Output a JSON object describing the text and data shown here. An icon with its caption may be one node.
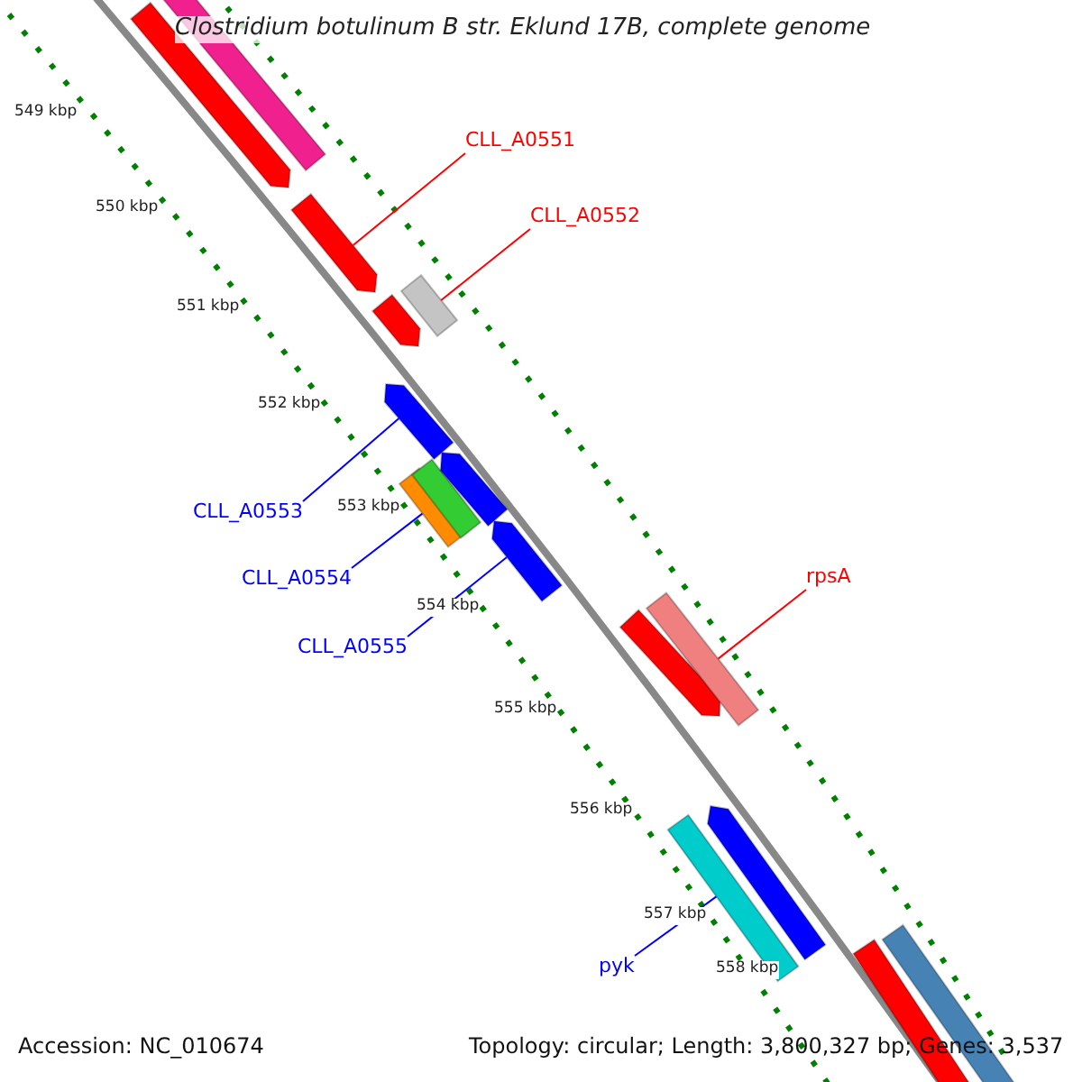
{
  "diagram": {
    "title": "Clostridium botulinum B str. Eklund 17B, complete genome",
    "nodes": [
      {
        "text": [
          "CLL_A0551"
        ]
      },
      {
        "text": [
          "CLL_A0552"
        ]
      },
      {
        "text": [
          "CLL_A0553"
        ]
      },
      {
        "text": [
          "CLL_A0554"
        ]
      },
      {
        "text": [
          "CLL_A0555"
        ]
      },
      {
        "text": [
          "rpsA"
        ]
      },
      {
        "text": [
          "pyk"
        ]
      },
      {
        "text": [],
        "shape": "bar"
      },
      {
        "text": [],
        "shape": "bar"
      },
      {
        "text": [],
        "shape": "bar"
      },
      {
        "text": [],
        "shape": "bar"
      },
      {
        "text": [],
        "shape": "bar"
      },
      {
        "text": [],
        "shape": "bar"
      },
      {
        "text": [],
        "shape": "bar"
      },
      {
        "text": [],
        "shape": "bar"
      },
      {
        "text": [],
        "shape": "bar"
      },
      {
        "text": [],
        "shape": "bar"
      },
      {
        "text": [],
        "shape": "bar"
      },
      {
        "text": [],
        "shape": "bar"
      },
      {
        "text": [],
        "shape": "bar"
      },
      {
        "text": [],
        "shape": "bar"
      },
      {
        "text": [],
        "shape": "bar"
      },
      {
        "text": [],
        "shape": "bar"
      }
    ],
    "edges": [
      {
        "from": 0,
        "to": 9,
        "arrow": "none",
        "color": "#ff0000"
      },
      {
        "from": 1,
        "to": 11,
        "arrow": "none",
        "color": "#ff0000"
      },
      {
        "from": 2,
        "to": 12,
        "arrow": "none"
      },
      {
        "from": 3,
        "to": 13,
        "arrow": "none"
      },
      {
        "from": 4,
        "to": 16,
        "arrow": "none"
      },
      {
        "from": 5,
        "to": 18,
        "arrow": "none",
        "color": "#ff0000"
      },
      {
        "from": 6,
        "to": 19,
        "arrow": "none"
      }
    ],
    "labels": [
      "549 kbp",
      "550 kbp",
      "551 kbp",
      "552 kbp",
      "553 kbp",
      "554 kbp",
      "555 kbp",
      "556 kbp",
      "557 kbp",
      "558 kbp",
      "Accession: NC_010674",
      "Topology: circular; Length: 3,800,327 bp; Genes: 3,537"
    ]
  }
}
